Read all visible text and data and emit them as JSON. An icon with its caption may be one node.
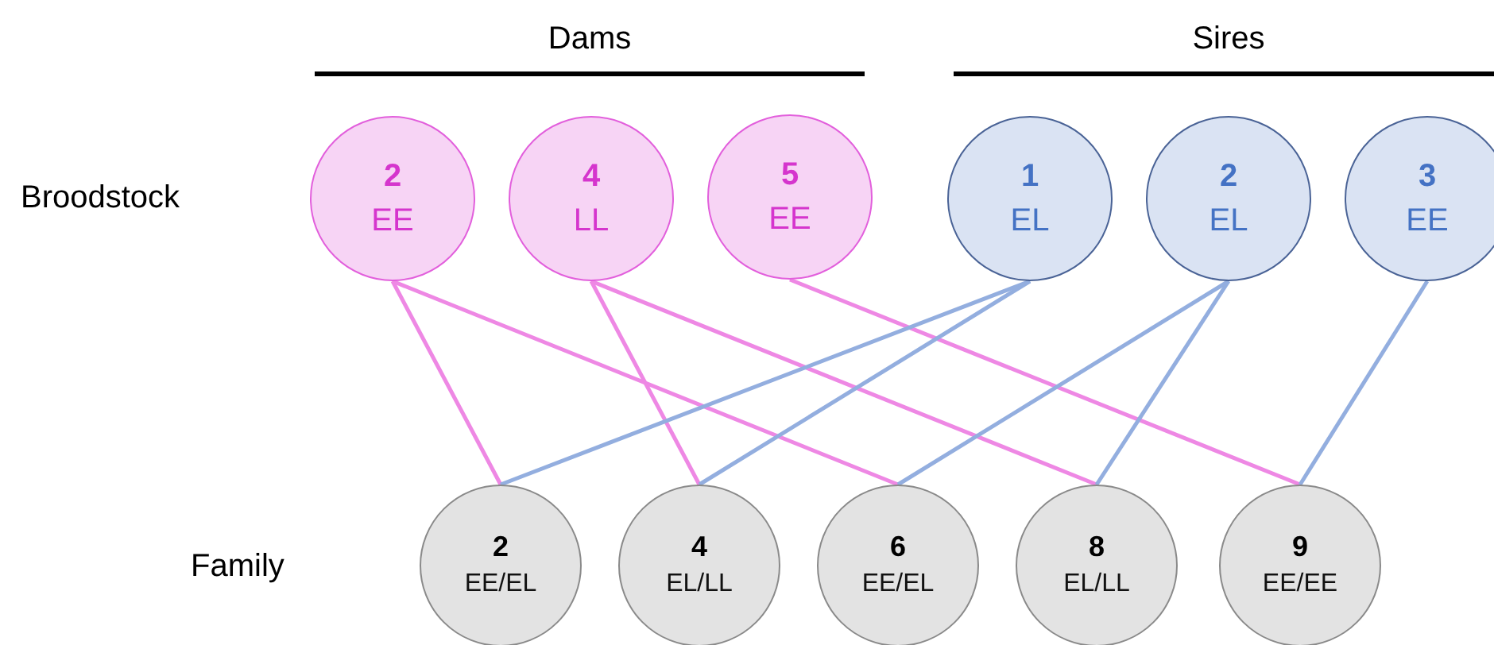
{
  "diagram": {
    "nodes": [
      {
        "text": [
          "2",
          "EE"
        ]
      },
      {
        "text": [
          "4",
          "LL"
        ]
      },
      {
        "text": [
          "5",
          "EE"
        ]
      },
      {
        "text": [
          "1",
          "EL"
        ]
      },
      {
        "text": [
          "2",
          "EL"
        ]
      },
      {
        "text": [
          "3",
          "EE"
        ]
      },
      {
        "text": [
          "2",
          "EE/EL"
        ]
      },
      {
        "text": [
          "4",
          "EL/LL"
        ]
      },
      {
        "text": [
          "6",
          "EE/EL"
        ]
      },
      {
        "text": [
          "8",
          "EL/LL"
        ]
      },
      {
        "text": [
          "9",
          "EE/EE"
        ]
      }
    ],
    "edges": [
      {
        "from": 0,
        "to": 6,
        "arrow": "none",
        "color": "#ee88e4"
      },
      {
        "from": 0,
        "to": 8,
        "arrow": "none",
        "color": "#ee88e4"
      },
      {
        "from": 1,
        "to": 7,
        "arrow": "none",
        "color": "#ee88e4"
      },
      {
        "from": 1,
        "to": 9,
        "arrow": "none",
        "color": "#ee88e4"
      },
      {
        "from": 2,
        "to": 10,
        "arrow": "none",
        "color": "#ee88e4"
      },
      {
        "from": 3,
        "to": 6,
        "arrow": "none",
        "color": "#93aedf"
      },
      {
        "from": 3,
        "to": 7,
        "arrow": "none",
        "color": "#93aedf"
      },
      {
        "from": 4,
        "to": 8,
        "arrow": "none",
        "color": "#93aedf"
      },
      {
        "from": 4,
        "to": 9,
        "arrow": "none",
        "color": "#93aedf"
      },
      {
        "from": 5,
        "to": 10,
        "arrow": "none",
        "color": "#93aedf"
      }
    ],
    "labels": [
      "Dams",
      "Sires",
      "Broodstock",
      "Family"
    ]
  }
}
